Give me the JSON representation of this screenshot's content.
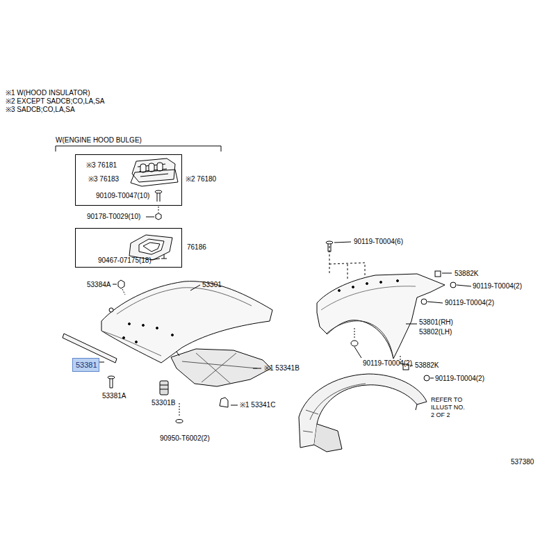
{
  "diagram": {
    "nodes": [
      {
        "text": [
          "※3 76181",
          "※3 76183",
          "※2 76180",
          "90109-T0047(10)"
        ]
      },
      {
        "text": [
          "76186",
          "90467-07175(18)"
        ]
      },
      {
        "text": [
          "53381"
        ]
      }
    ],
    "labels": [
      "※1 W(HOOD INSULATOR)",
      "※2 EXCEPT SADCB;CO,LA,SA",
      "※3 SADCB;CO,LA,SA",
      "W(ENGINE HOOD BULGE)",
      "90178-T0029(10)",
      "53384A",
      "53301",
      "53381A",
      "53301B",
      "90950-T6002(2)",
      "※1 53341B",
      "※1 53341C",
      "90119-T0004(6)",
      "53882K",
      "90119-T0004(2)",
      "90119-T0004(2)",
      "53801(RH)",
      "53802(LH)",
      "90119-T0004(2)",
      "53882K",
      "90119-T0004(2)",
      "REFER TO ILLUST NO. 2 OF 2",
      "537380"
    ]
  }
}
